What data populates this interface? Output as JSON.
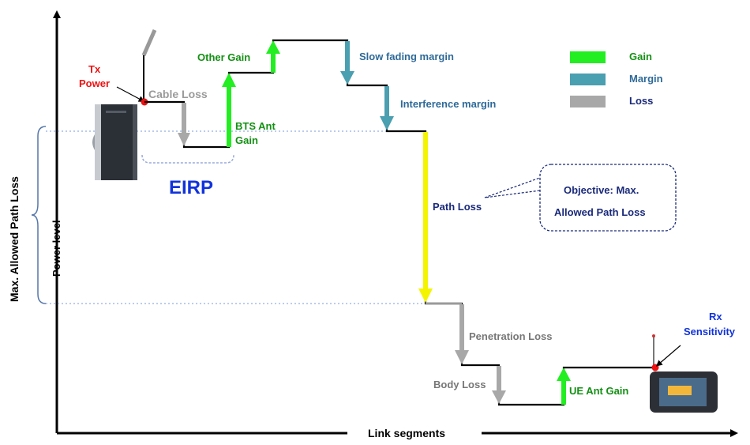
{
  "axes": {
    "y_label": "Power level",
    "x_label": "Link segments",
    "side_label": "Max. Allowed Path Loss"
  },
  "labels": {
    "tx_power_line1": "Tx",
    "tx_power_line2": "Power",
    "cable_loss": "Cable Loss",
    "bts_ant_gain_line1": "BTS Ant",
    "bts_ant_gain_line2": "Gain",
    "other_gain": "Other Gain",
    "slow_fading_margin": "Slow fading margin",
    "interference_margin": "Interference margin",
    "eirp": "EIRP",
    "path_loss": "Path Loss",
    "objective_line1": "Objective: Max.",
    "objective_line2": "Allowed Path Loss",
    "penetration_loss": "Penetration Loss",
    "body_loss": "Body Loss",
    "ue_ant_gain": "UE Ant Gain",
    "rx_sensitivity_line1": "Rx",
    "rx_sensitivity_line2": "Sensitivity"
  },
  "legend": [
    {
      "label": "Gain",
      "color": "#22ee22"
    },
    {
      "label": "Margin",
      "color": "#4a9fb0"
    },
    {
      "label": "Loss",
      "color": "#a8a8a8"
    }
  ],
  "colors": {
    "gain": "#22ee22",
    "margin": "#4a9fb0",
    "loss": "#a8a8a8",
    "path_loss": "#f4f400",
    "tx_label": "#ee1111",
    "eirp": "#1133dd",
    "navy_text": "#1a2a7a",
    "green_text": "#139013"
  },
  "icons": [
    "bts-cabinet-icon",
    "ue-device-icon"
  ]
}
